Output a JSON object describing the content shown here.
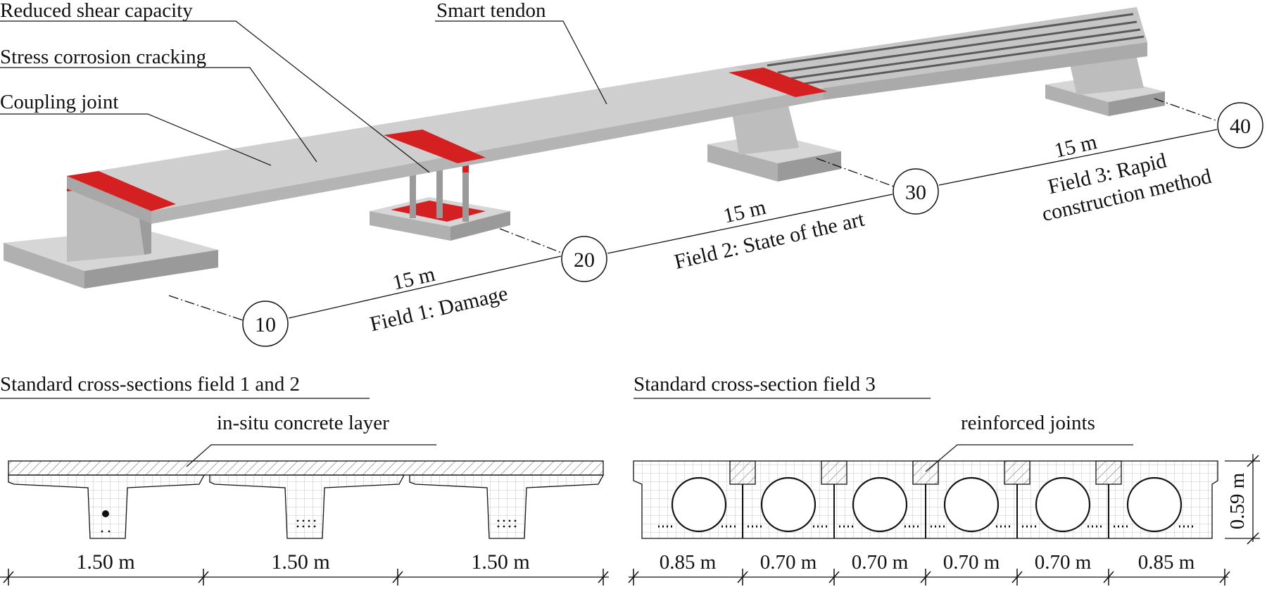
{
  "callouts": {
    "reduced_shear": "Reduced shear capacity",
    "scc": "Stress corrosion cracking",
    "coupling": "Coupling joint",
    "smart": "Smart tendon"
  },
  "axes": [
    "10",
    "20",
    "30",
    "40"
  ],
  "spans": {
    "s1_len": "15 m",
    "s1_name": "Field 1: Damage",
    "s2_len": "15 m",
    "s2_name": "Field 2: State of the art",
    "s3_len": "15 m",
    "s3_name1": "Field 3: Rapid",
    "s3_name2": "construction method"
  },
  "sections": {
    "left_title": "Standard cross-sections field 1 and 2",
    "right_title": "Standard cross-section field 3",
    "insitu": "in-situ concrete layer",
    "joints": "reinforced joints",
    "height": "0.59 m",
    "left_dims": [
      "1.50 m",
      "1.50 m",
      "1.50  m"
    ],
    "right_dims": [
      "0.85  m",
      "0.70  m",
      "0.70  m",
      "0.70  m",
      "0.70  m",
      "0.85  m"
    ]
  },
  "colors": {
    "concrete": "#c8c8c8",
    "damage": "#d42020"
  }
}
